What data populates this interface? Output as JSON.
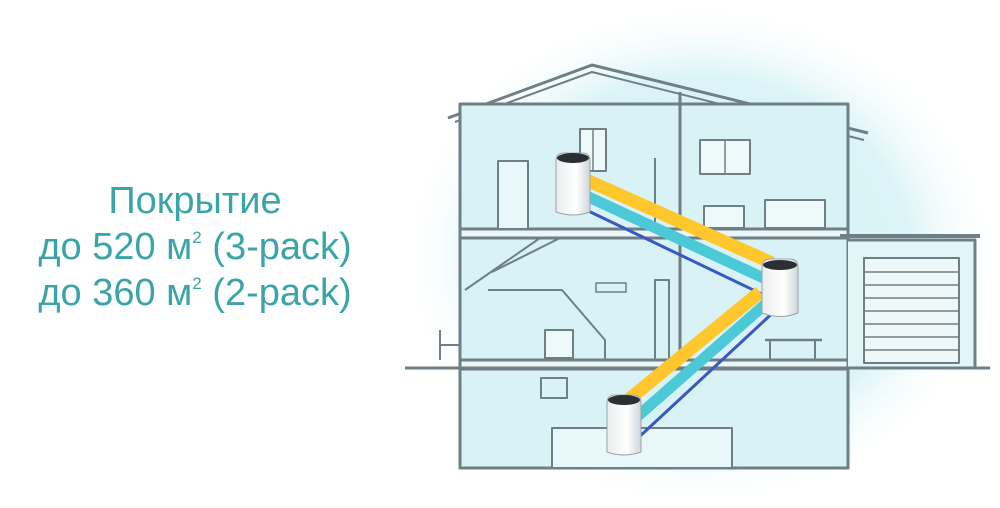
{
  "coverage": {
    "title": "Покрытие",
    "lines": [
      {
        "prefix": "до 520 м",
        "sup": "2",
        "suffix": " (3-pack)"
      },
      {
        "prefix": "до 360 м",
        "sup": "2",
        "suffix": " (2-pack)"
      }
    ]
  },
  "colors": {
    "text": "#3aa5a8",
    "glow": "#cfeff3",
    "house_line": "#6e7f86",
    "wall_fill": "#d9f2f5",
    "signal_yellow": "#ffc72c",
    "signal_cyan": "#4cc9d6",
    "signal_blue": "#3a58c4"
  }
}
